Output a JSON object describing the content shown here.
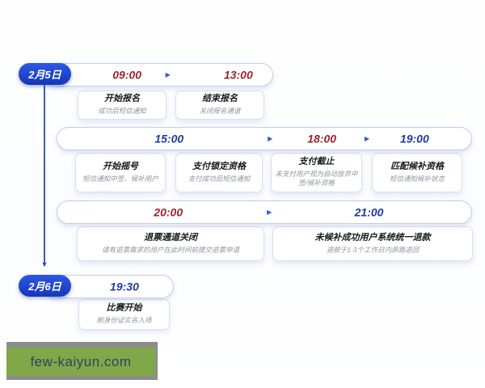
{
  "icons": {
    "arrow_right": "▶",
    "arrow_down": "▼"
  },
  "colors": {
    "pill_blue": "#1e45d2",
    "time_red": "#9c2431",
    "time_blue": "#1e3c9c",
    "arrow_blue": "#2f5ad2",
    "connector_blue": "#3d59c4",
    "card_border": "#dadfec",
    "bar_border": "#c2cde6",
    "subtitle_gray": "#8f949e",
    "watermark_green": "#80a748",
    "watermark_gray": "#8c8c8c",
    "watermark_text_color": "#353f63"
  },
  "sections": [
    {
      "date": "2月5日",
      "times": [
        {
          "label": "09:00"
        },
        {
          "label": "13:00"
        }
      ],
      "cards": [
        {
          "title": "开始报名",
          "subtitle": "成功后短信通知"
        },
        {
          "title": "结束报名",
          "subtitle": "关闭报名通道"
        }
      ]
    },
    {
      "times": [
        {
          "label": "15:00"
        },
        {
          "label": "18:00"
        },
        {
          "label": "19:00"
        }
      ],
      "cards": [
        {
          "title": "开始摇号",
          "subtitle": "短信通知中签、候补用户"
        },
        {
          "title": "支付锁定资格",
          "subtitle": "支付成功后短信通知"
        },
        {
          "title": "支付截止",
          "subtitle": "未支付用户视为自动放弃中签/候补资格"
        },
        {
          "title": "匹配候补资格",
          "subtitle": "短信通知候补状态"
        }
      ]
    },
    {
      "times": [
        {
          "label": "20:00"
        },
        {
          "label": "21:00"
        }
      ],
      "cards": [
        {
          "title": "退票通道关闭",
          "subtitle": "请有退票需求的用户在此时间前提交退票申请"
        },
        {
          "title": "未候补成功用户系统统一退款",
          "subtitle": "退款于1-3个工作日内原路退回"
        }
      ]
    },
    {
      "date": "2月6日",
      "times": [
        {
          "label": "19:30"
        }
      ],
      "cards": [
        {
          "title": "比赛开始",
          "subtitle": "刷身份证实名入场"
        }
      ]
    }
  ],
  "watermark": {
    "text": "few-kaiyun.com"
  }
}
